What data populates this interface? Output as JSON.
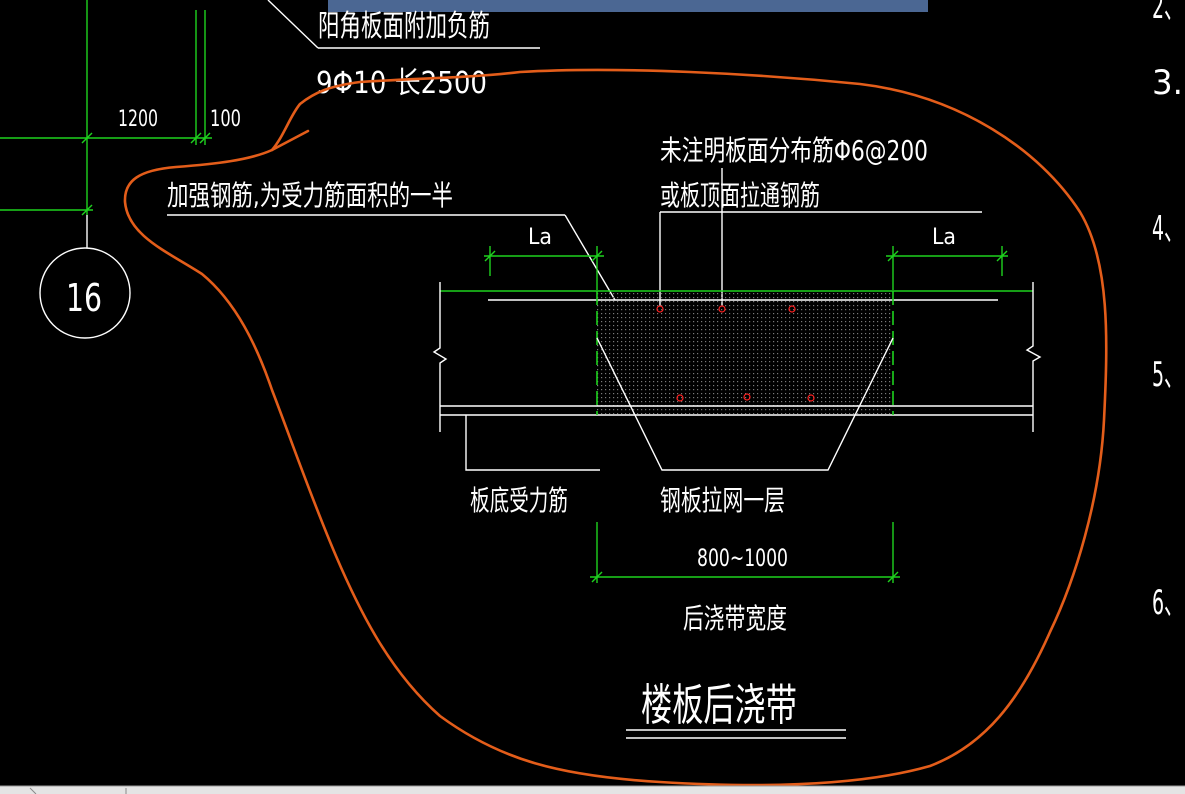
{
  "colors": {
    "background": "#000000",
    "line_white": "#ffffff",
    "dimension_green": "#1ed21e",
    "rebar_red": "#ff2020",
    "markup_orange": "#e35d1a",
    "toolbar_blue": "#4b6793",
    "status_strip": "#e4e4e4"
  },
  "labels": {
    "corner_rebar_title": "阳角板面附加负筋",
    "corner_rebar_spec": "9Φ10 长2500",
    "dim_1200": "1200",
    "dim_100": "100",
    "axis_bubble": "16",
    "reinforcing_note": "加强钢筋,为受力筋面积的一半",
    "top_distribution_note_1": "未注明板面分布筋Φ6@200",
    "top_distribution_note_2": "或板顶面拉通钢筋",
    "la_left": "La",
    "la_right": "La",
    "bottom_rebar": "板底受力筋",
    "steel_mesh": "钢板拉网一层",
    "band_width_dim": "800~1000",
    "band_width_label": "后浇带宽度",
    "drawing_title": "楼板后浇带"
  },
  "side_list_numbers": [
    "2、",
    "3.",
    "4、",
    "5、",
    "6、"
  ]
}
